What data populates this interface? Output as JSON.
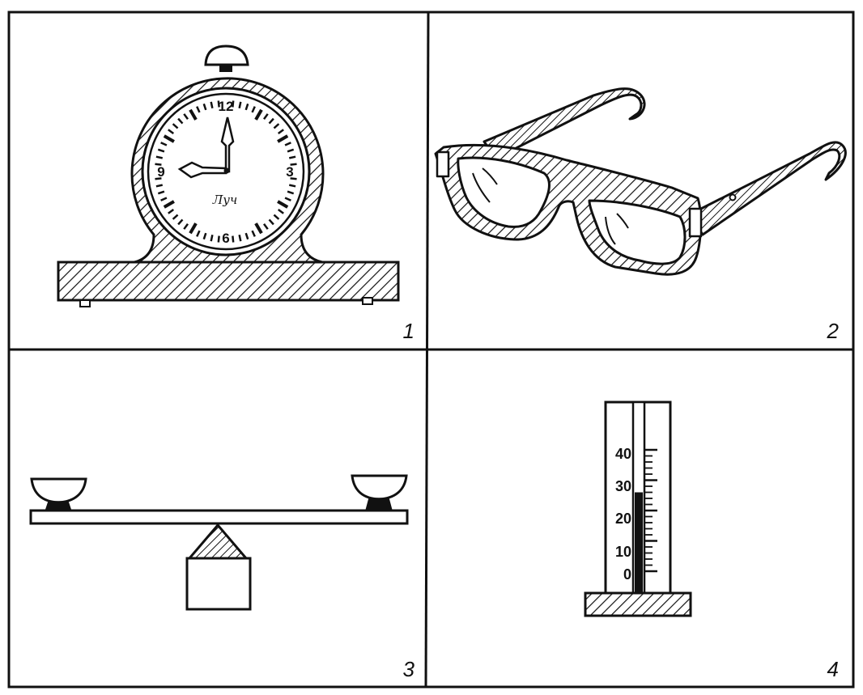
{
  "panels": [
    {
      "number": "1",
      "icon": "alarm-clock-icon"
    },
    {
      "number": "2",
      "icon": "eyeglasses-icon"
    },
    {
      "number": "3",
      "icon": "balance-scale-icon"
    },
    {
      "number": "4",
      "icon": "thermometer-icon"
    }
  ],
  "clock": {
    "numerals": {
      "top": "12",
      "right": "3",
      "bottom": "6",
      "left": "9"
    },
    "brand": "Луч",
    "time_shown": "9:00"
  },
  "thermometer": {
    "scale_labels": [
      "40",
      "30",
      "20",
      "10",
      "0"
    ],
    "scale_min": 0,
    "scale_max": 40,
    "reading": 26
  },
  "colors": {
    "ink": "#111111",
    "paper": "#ffffff"
  }
}
